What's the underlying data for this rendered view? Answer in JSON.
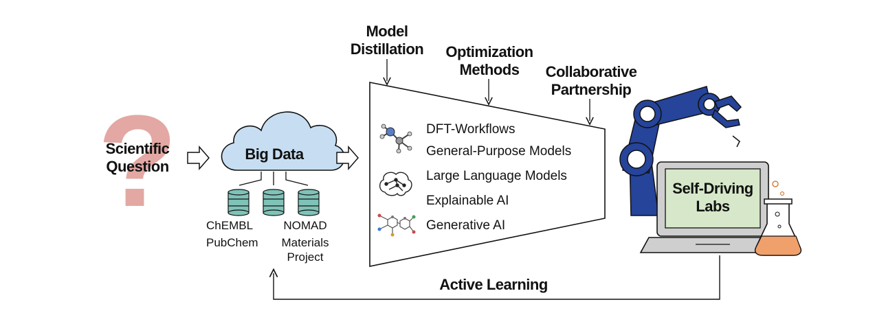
{
  "question": {
    "label_line1": "Scientific",
    "label_line2": "Question",
    "glyph": "?"
  },
  "big_data": {
    "title": "Big Data",
    "sources_left": [
      "ChEMBL",
      "PubChem"
    ],
    "sources_right_line1": "NOMAD",
    "sources_right_line2": "Materials",
    "sources_right_line3": "Project"
  },
  "funnel_inputs": {
    "model_distillation": [
      "Model",
      "Distillation"
    ],
    "optimization_methods": [
      "Optimization",
      "Methods"
    ],
    "collaborative_partnership": [
      "Collaborative",
      "Partnership"
    ]
  },
  "funnel_items": [
    {
      "label": "DFT-Workflows",
      "icon": "molecule-icon"
    },
    {
      "label": "General-Purpose Models",
      "icon": ""
    },
    {
      "label": "Large Language Models",
      "icon": "brain-network-icon"
    },
    {
      "label": "Explainable AI",
      "icon": ""
    },
    {
      "label": "Generative AI",
      "icon": "graph-molecules-icon"
    }
  ],
  "self_driving": {
    "line1": "Self-Driving",
    "line2": "Labs"
  },
  "loop": {
    "label": "Active Learning"
  },
  "colors": {
    "question_mark": "#e3a8a3",
    "cloud_fill": "#c7def2",
    "database": "#7fc3b8",
    "robot_arm": "#25449a",
    "screen": "#d6e8c9",
    "flask_liquid": "#f0a06a"
  }
}
